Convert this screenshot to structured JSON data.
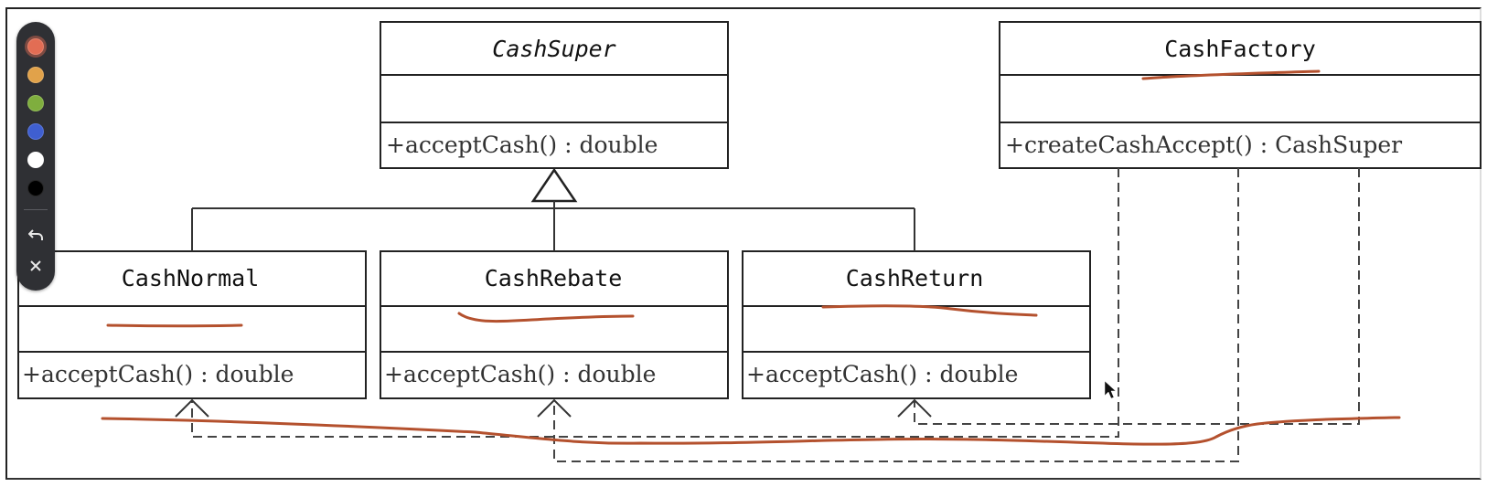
{
  "diagram": {
    "classes": [
      {
        "name": "CashSuper",
        "operation": "+acceptCash() : double"
      },
      {
        "name": "CashFactory",
        "operation": "+createCashAccept() : CashSuper"
      },
      {
        "name": "CashNormal",
        "operation": "+acceptCash() : double"
      },
      {
        "name": "CashRebate",
        "operation": "+acceptCash() : double"
      },
      {
        "name": "CashReturn",
        "operation": "+acceptCash() : double"
      }
    ]
  },
  "toolbar": {
    "colors": [
      {
        "name": "red",
        "hex": "#e26d54",
        "selected": true
      },
      {
        "name": "orange",
        "hex": "#e1a24a"
      },
      {
        "name": "green",
        "hex": "#7fae3e"
      },
      {
        "name": "blue",
        "hex": "#3f5fd0"
      },
      {
        "name": "white",
        "hex": "#ffffff"
      },
      {
        "name": "black",
        "hex": "#000000"
      }
    ],
    "undo_icon": "undo-icon",
    "close_icon": "close-icon"
  },
  "annotation_color": "#b4512e"
}
